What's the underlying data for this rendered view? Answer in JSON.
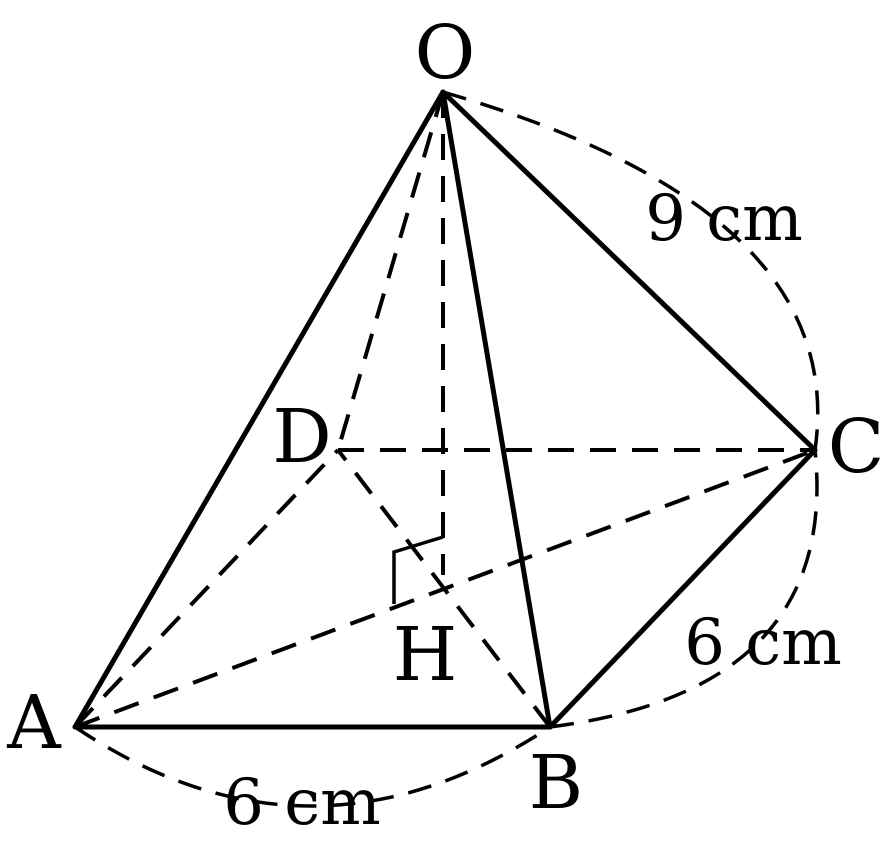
{
  "vertices": {
    "O": "O",
    "A": "A",
    "B": "B",
    "C": "C",
    "D": "D",
    "H": "H"
  },
  "measurements": {
    "oc": "9 cm",
    "bc": "6 cm",
    "ab": "6 cm"
  },
  "colors": {
    "stroke": "#000000",
    "background": "#ffffff"
  }
}
